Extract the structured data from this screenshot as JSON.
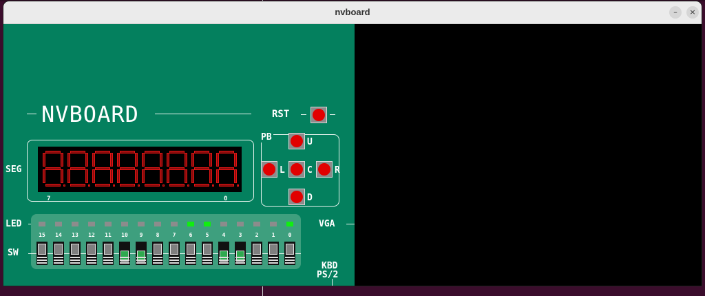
{
  "window": {
    "title": "nvboard",
    "minimize_glyph": "–",
    "close_glyph": "×"
  },
  "board": {
    "title": "NVBOARD",
    "rst_label": "RST",
    "seg_label": "SEG",
    "seg_left_index": "7",
    "seg_right_index": "0",
    "pb_label": "PB",
    "btn_up": "U",
    "btn_left": "L",
    "btn_center": "C",
    "btn_right": "R",
    "btn_down": "D",
    "led_label": "LED",
    "sw_label": "SW",
    "vga_label": "VGA",
    "kbd_label": "KBD",
    "ps2_label": "PS/2",
    "leds": [
      {
        "index": "15",
        "on": false
      },
      {
        "index": "14",
        "on": false
      },
      {
        "index": "13",
        "on": false
      },
      {
        "index": "12",
        "on": false
      },
      {
        "index": "11",
        "on": false
      },
      {
        "index": "10",
        "on": false
      },
      {
        "index": "9",
        "on": false
      },
      {
        "index": "8",
        "on": false
      },
      {
        "index": "7",
        "on": false
      },
      {
        "index": "6",
        "on": true
      },
      {
        "index": "5",
        "on": true
      },
      {
        "index": "4",
        "on": false
      },
      {
        "index": "3",
        "on": false
      },
      {
        "index": "2",
        "on": false
      },
      {
        "index": "1",
        "on": false
      },
      {
        "index": "0",
        "on": true
      }
    ],
    "switches": [
      {
        "index": "15",
        "on": false
      },
      {
        "index": "14",
        "on": false
      },
      {
        "index": "13",
        "on": false
      },
      {
        "index": "12",
        "on": false
      },
      {
        "index": "11",
        "on": false
      },
      {
        "index": "10",
        "on": true
      },
      {
        "index": "9",
        "on": true
      },
      {
        "index": "8",
        "on": false
      },
      {
        "index": "7",
        "on": false
      },
      {
        "index": "6",
        "on": false
      },
      {
        "index": "5",
        "on": false
      },
      {
        "index": "4",
        "on": true
      },
      {
        "index": "3",
        "on": true
      },
      {
        "index": "2",
        "on": false
      },
      {
        "index": "1",
        "on": false
      },
      {
        "index": "0",
        "on": false
      }
    ],
    "colors": {
      "board": "#04805e",
      "led_on": "#11ee11",
      "led_off": "#8c8c8c",
      "segment": "#e01414",
      "button": "#e10000",
      "switch_on": "#2fa94f"
    }
  }
}
